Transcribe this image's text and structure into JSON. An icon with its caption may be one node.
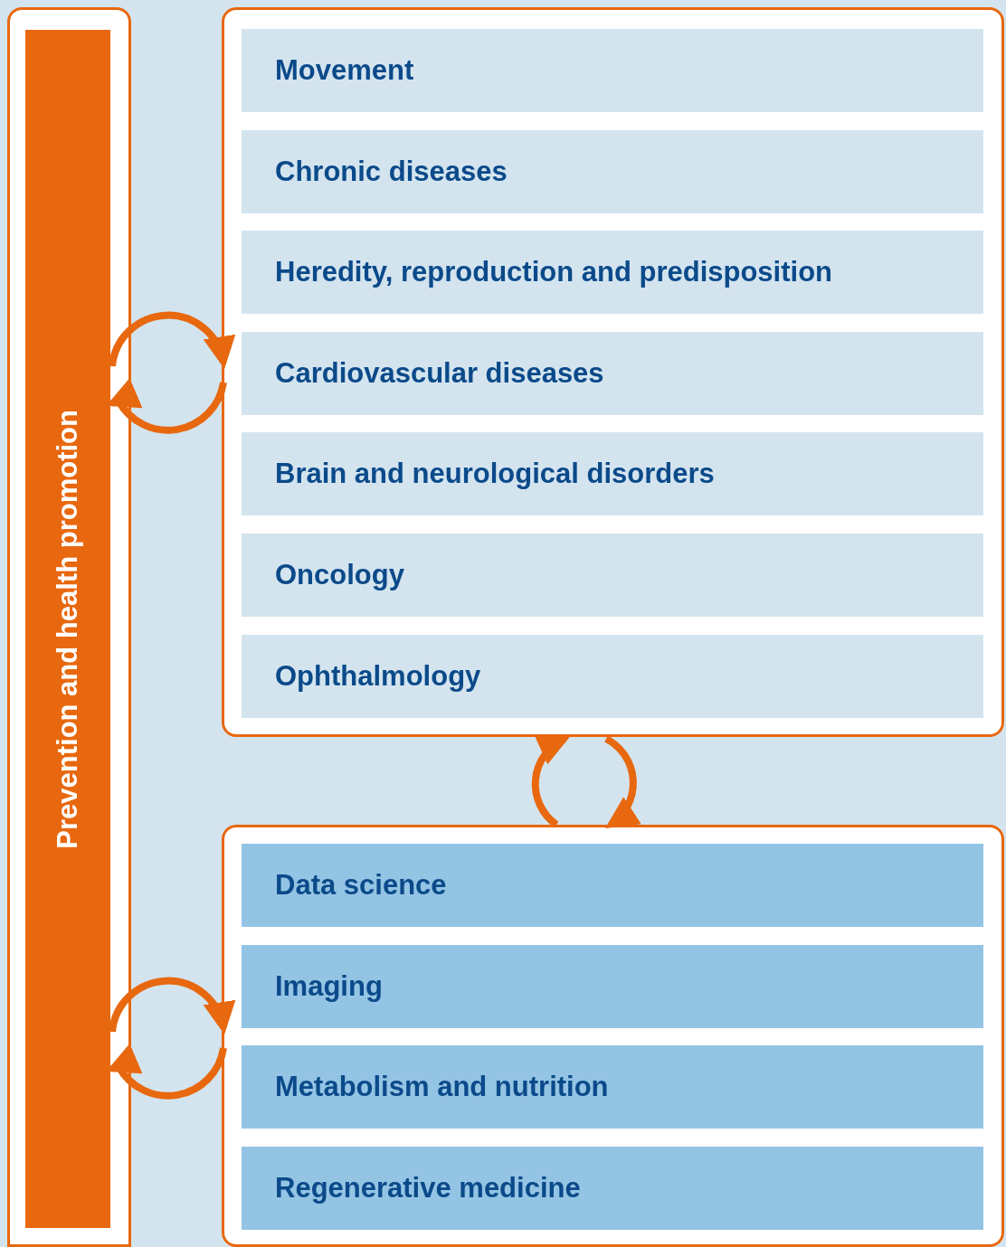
{
  "diagram": {
    "nodes": [
      {
        "text": [
          "Prevention and health promotion"
        ]
      },
      {
        "text": [],
        "shape": "box"
      },
      {
        "text": [
          "Movement"
        ],
        "in": 1
      },
      {
        "text": [
          "Chronic diseases"
        ],
        "in": 1
      },
      {
        "text": [
          "Heredity, reproduction and predisposition"
        ],
        "in": 1
      },
      {
        "text": [
          "Cardiovascular diseases"
        ],
        "in": 1
      },
      {
        "text": [
          "Brain and neurological disorders"
        ],
        "in": 1
      },
      {
        "text": [
          "Oncology"
        ],
        "in": 1
      },
      {
        "text": [
          "Ophthalmology"
        ],
        "in": 1
      },
      {
        "text": [],
        "shape": "box"
      },
      {
        "text": [
          "Data science"
        ],
        "in": 9
      },
      {
        "text": [
          "Imaging"
        ],
        "in": 9
      },
      {
        "text": [
          "Metabolism and nutrition"
        ],
        "in": 9
      },
      {
        "text": [
          "Regenerative medicine"
        ],
        "in": 9
      }
    ],
    "edges": [
      {
        "from": 0,
        "to": 1,
        "arrow": "to"
      },
      {
        "from": 1,
        "to": 0,
        "arrow": "to"
      },
      {
        "from": 9,
        "to": 1,
        "arrow": "to"
      },
      {
        "from": 1,
        "to": 9,
        "arrow": "to"
      },
      {
        "from": 0,
        "to": 9,
        "arrow": "to"
      },
      {
        "from": 9,
        "to": 0,
        "arrow": "to"
      }
    ]
  }
}
